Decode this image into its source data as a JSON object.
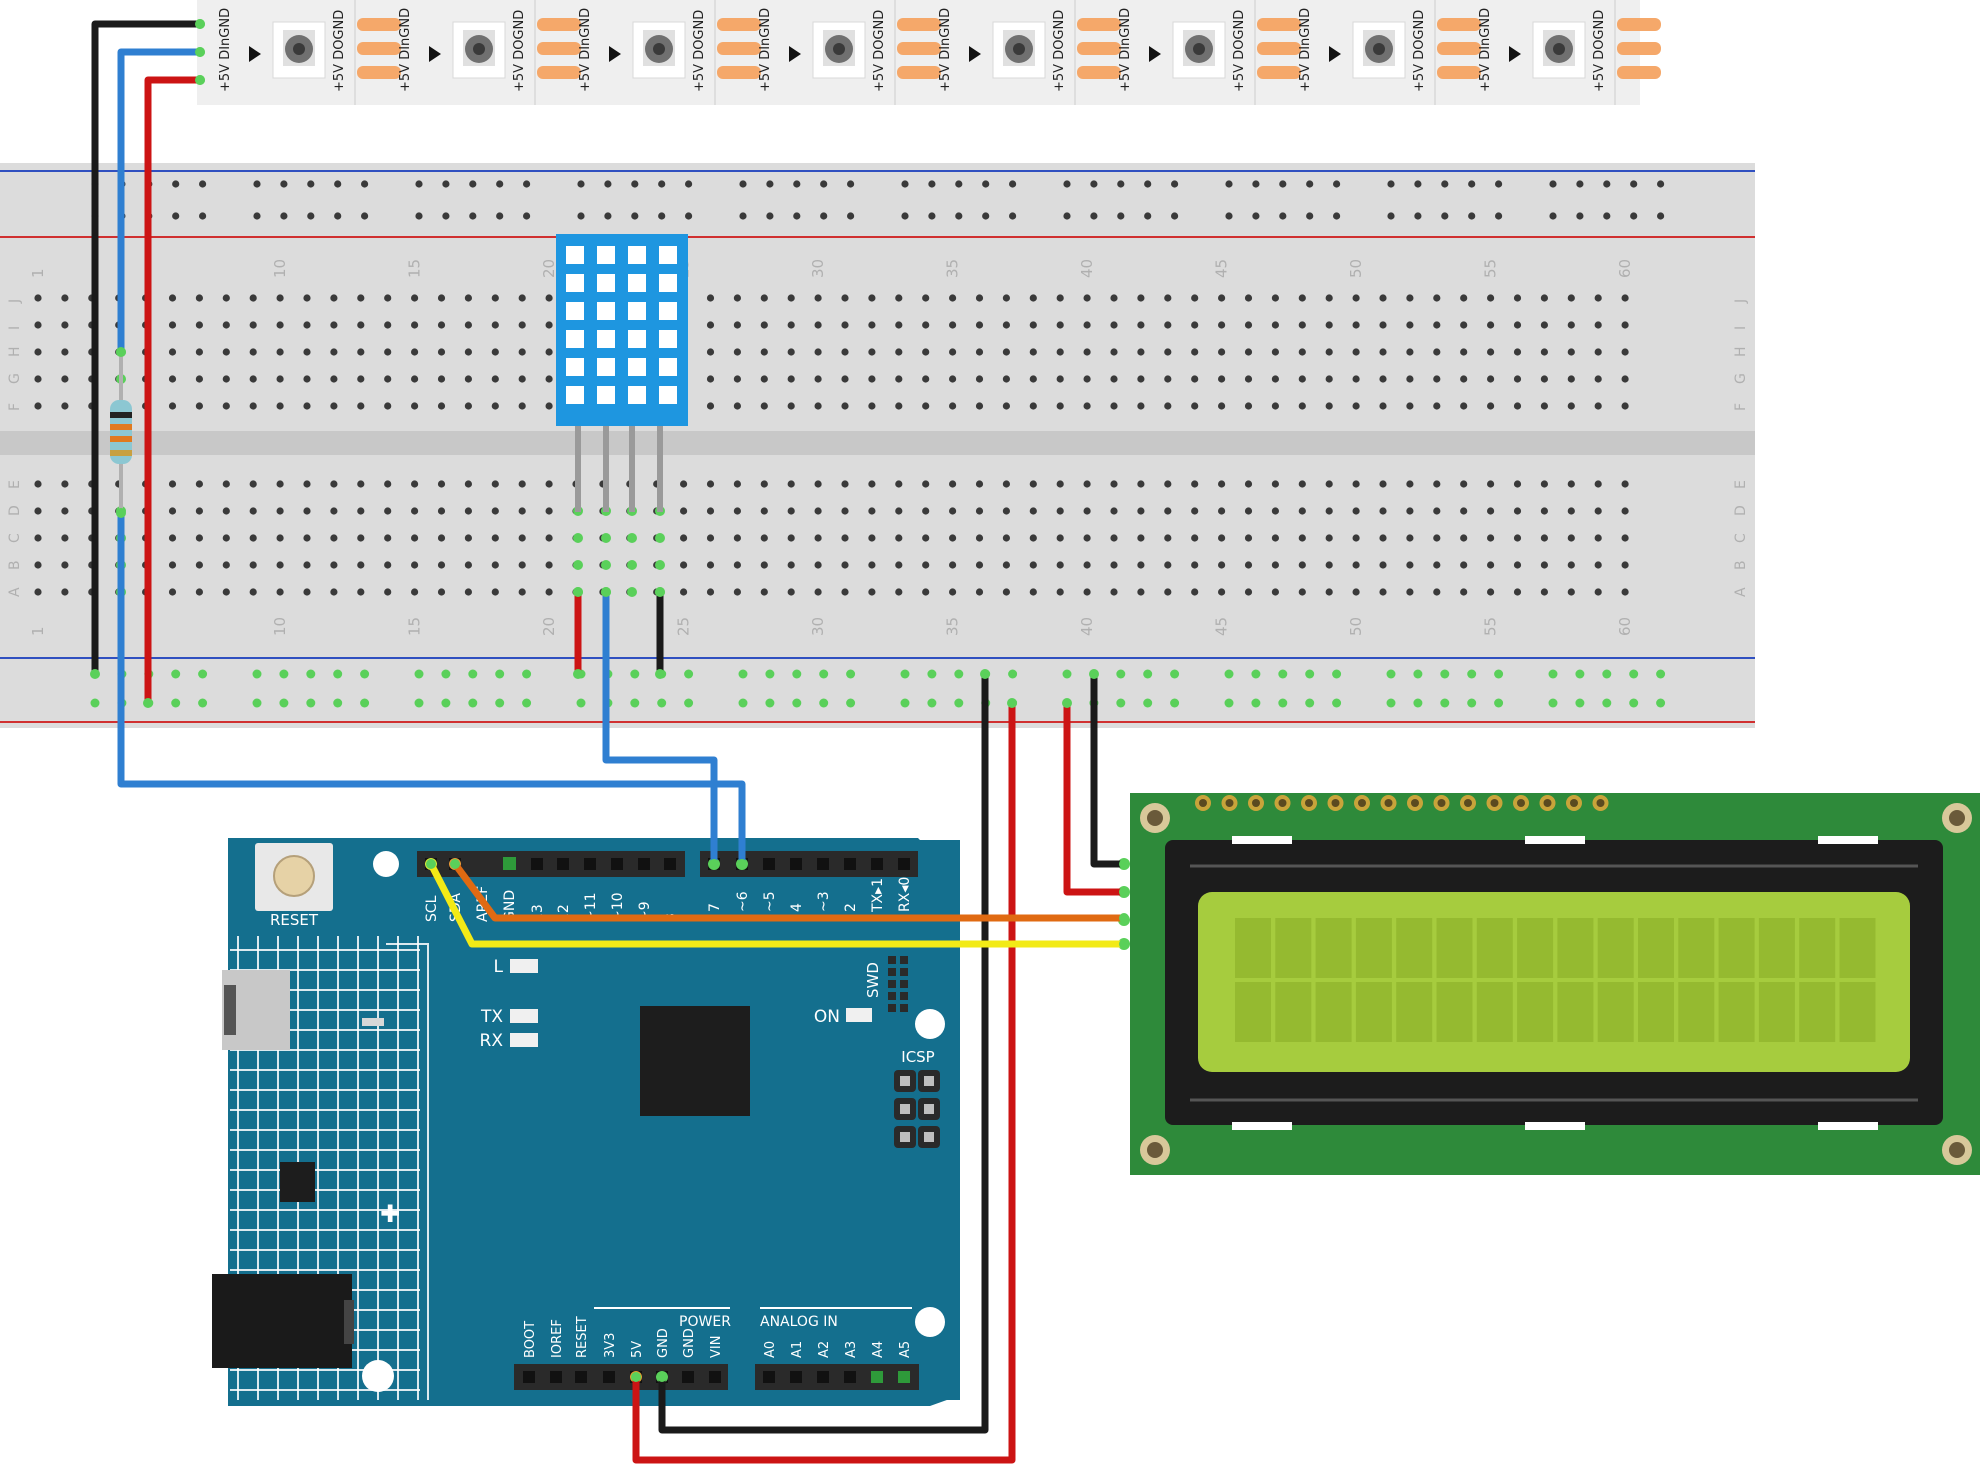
{
  "colors": {
    "wire_black": "#1a1a1a",
    "wire_blue": "#2f7fd1",
    "wire_red": "#cc1414",
    "wire_orange": "#e06a12",
    "wire_yellow": "#f2ea16",
    "arduino_blue": "#146f8e",
    "lcd_green": "#2e8a3a",
    "lcd_screen": "#a6cc3e",
    "sensor_blue": "#1e96e0",
    "breadboard": "#dcdcdc",
    "rail_red": "#d03030",
    "rail_blue": "#3050c0"
  },
  "led_strip": {
    "segment_labels": [
      "+5V",
      "DIn",
      "GND",
      "+5V",
      "DO",
      "GND"
    ],
    "pixel_count": 8
  },
  "breadboard": {
    "row_letters_top": [
      "J",
      "I",
      "H",
      "G",
      "F"
    ],
    "row_letters_bottom": [
      "E",
      "D",
      "C",
      "B",
      "A"
    ],
    "column_numbers": [
      "1",
      "10",
      "15",
      "20",
      "25",
      "30",
      "35",
      "40",
      "45",
      "50",
      "55",
      "60"
    ]
  },
  "arduino": {
    "reset_label": "RESET",
    "top_header_left": [
      "SCL",
      "SDA",
      "AREF",
      "GND",
      "13",
      "12",
      "~11",
      "~10",
      "~9",
      "8"
    ],
    "top_header_right": [
      "7",
      "~6",
      "~5",
      "4",
      "~3",
      "2",
      "TX▸1",
      "RX◂0"
    ],
    "led_labels": [
      "L",
      "TX",
      "RX"
    ],
    "on_label": "ON",
    "swd_label": "SWD",
    "icsp_label": "ICSP",
    "power_title": "POWER",
    "analog_title": "ANALOG IN",
    "power_pins": [
      "BOOT",
      "IOREF",
      "RESET",
      "3V3",
      "5V",
      "GND",
      "GND",
      "VIN"
    ],
    "analog_pins": [
      "A0",
      "A1",
      "A2",
      "A3",
      "A4",
      "A5"
    ]
  }
}
